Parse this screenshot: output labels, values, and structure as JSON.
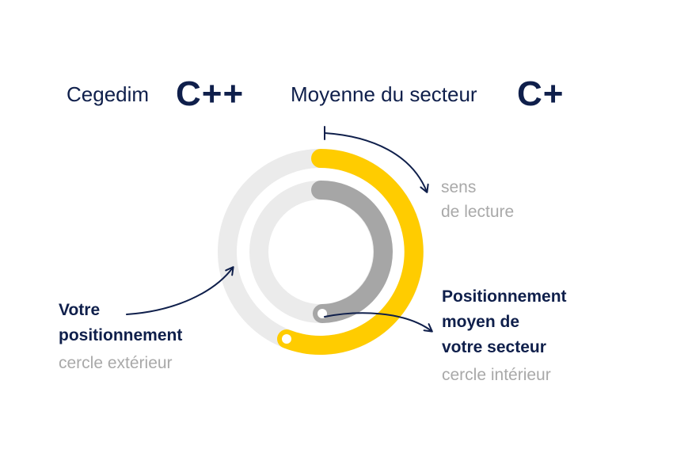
{
  "header": {
    "company_label": "Cegedim",
    "company_grade": "C++",
    "sector_label": "Moyenne du secteur",
    "sector_grade": "C+"
  },
  "reading_direction": {
    "line1": "sens",
    "line2": "de lecture"
  },
  "outer_annotation": {
    "line1": "Votre",
    "line2": "positionnement",
    "line3": "cercle extérieur"
  },
  "inner_annotation": {
    "line1": "Positionnement",
    "line2": "moyen de",
    "line3": "votre secteur",
    "line4": "cercle intérieur"
  },
  "colors": {
    "navy": "#0f1f4b",
    "yellow": "#ffcc00",
    "track": "#ebebeb",
    "inner_arc": "#a6a6a6",
    "muted_text": "#a9a9a9"
  }
}
